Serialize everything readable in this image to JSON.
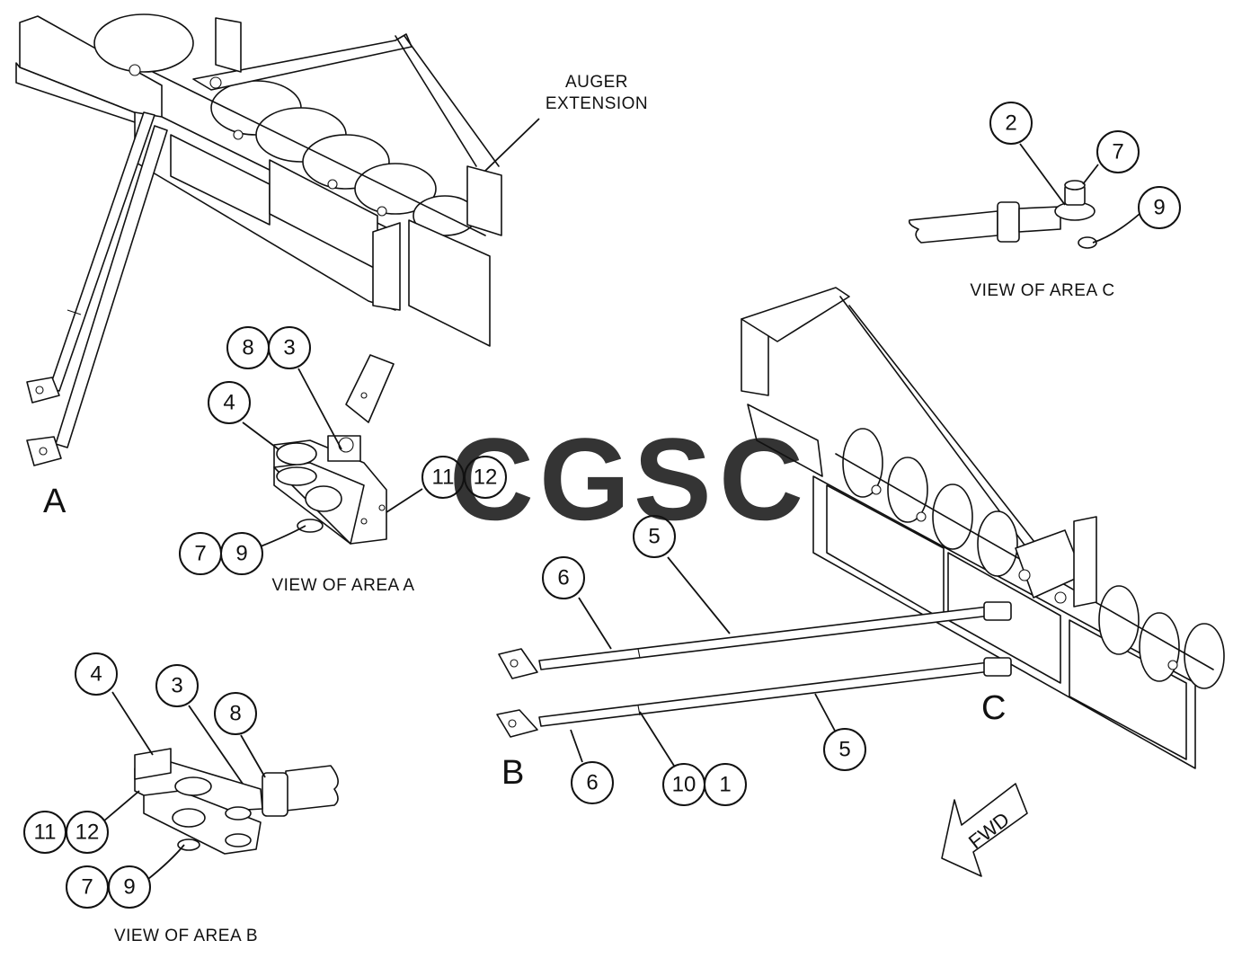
{
  "labels": {
    "auger_extension_line1": "AUGER",
    "auger_extension_line2": "EXTENSION",
    "view_area_a": "VIEW OF AREA A",
    "view_area_b": "VIEW OF AREA B",
    "view_area_c": "VIEW OF AREA C",
    "area_a": "A",
    "area_b": "B",
    "area_c": "C",
    "fwd": "FWD"
  },
  "watermark": {
    "letters": [
      "C",
      "G",
      "S",
      "C"
    ],
    "colors": [
      "#4a8df0",
      "#f08a80",
      "#f7d04a",
      "#4aae7a"
    ]
  },
  "callouts": {
    "c_2": "2",
    "c_7": "7",
    "c_9": "9",
    "a_8": "8",
    "a_3": "3",
    "a_4": "4",
    "a_11": "11",
    "a_12": "12",
    "a_7": "7",
    "a_9": "9",
    "b_4": "4",
    "b_3": "3",
    "b_8": "8",
    "b_11": "11",
    "b_12": "12",
    "b_7": "7",
    "b_9": "9",
    "m_5_top": "5",
    "m_6_top": "6",
    "m_5_bottom": "5",
    "m_6_bottom": "6",
    "m_10": "10",
    "m_1": "1"
  }
}
